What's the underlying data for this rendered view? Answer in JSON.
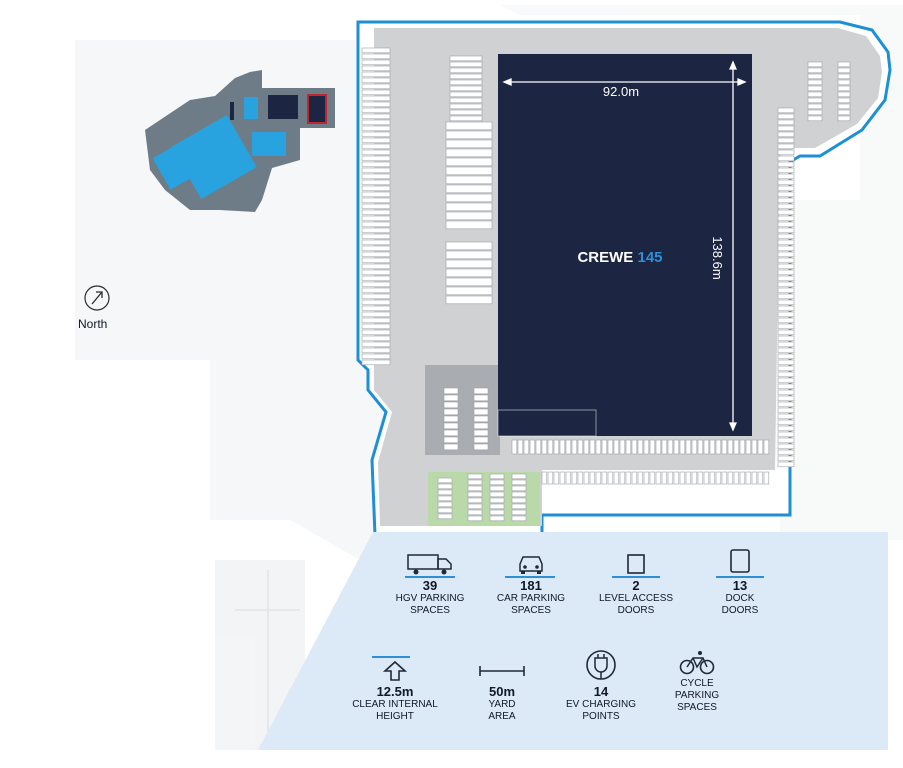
{
  "map": {
    "building_name": "CREWE",
    "building_number": "145",
    "width_dimension": "92.0m",
    "length_dimension": "138.6m",
    "north_label": "North",
    "colors": {
      "building": "#1c2541",
      "site_outline": "#1d8fd3",
      "yard": "#cfd1d3",
      "landscape": "#b9d9a9",
      "stats_panel": "#dce9f7",
      "accent": "#2e8fd8"
    }
  },
  "stats": [
    {
      "icon": "truck-icon",
      "value": "39",
      "label1": "HGV PARKING",
      "label2": "SPACES"
    },
    {
      "icon": "car-icon",
      "value": "181",
      "label1": "CAR PARKING",
      "label2": "SPACES"
    },
    {
      "icon": "level-access-door-icon",
      "value": "2",
      "label1": "LEVEL ACCESS",
      "label2": "DOORS"
    },
    {
      "icon": "dock-door-icon",
      "value": "13",
      "label1": "DOCK",
      "label2": "DOORS"
    },
    {
      "icon": "height-icon",
      "value": "12.5m",
      "label1": "CLEAR INTERNAL",
      "label2": "HEIGHT"
    },
    {
      "icon": "yard-depth-icon",
      "value": "50m",
      "label1": "YARD",
      "label2": "AREA"
    },
    {
      "icon": "ev-charging-icon",
      "value": "14",
      "label1": "EV CHARGING",
      "label2": "POINTS"
    },
    {
      "icon": "bicycle-icon",
      "value": "",
      "label1": "CYCLE",
      "label2": "PARKING",
      "label3": "SPACES"
    }
  ]
}
